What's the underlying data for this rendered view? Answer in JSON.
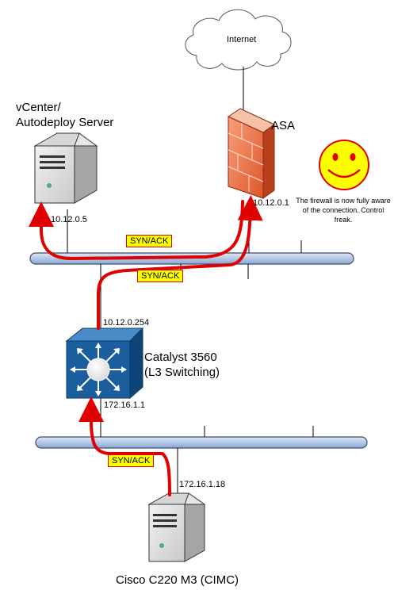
{
  "internet": {
    "label": "Internet"
  },
  "vcenter": {
    "title": "vCenter/\nAutodeploy Server",
    "ip": "10.12.0.5"
  },
  "asa": {
    "title": "ASA",
    "ip": "10.12.0.1"
  },
  "smiley": {
    "note": "The firewall is now fully aware of the connection. Control freak.",
    "color": "#ffff00"
  },
  "catalyst": {
    "title": "Catalyst 3560\n(L3 Switching)",
    "ip_top": "10.12.0.254",
    "ip_bottom": "172.16.1.1",
    "color": "#1a5e9e"
  },
  "cisco": {
    "title": "Cisco C220 M3 (CIMC)",
    "ip": "172.16.1.18"
  },
  "flows": {
    "tag1": "SYN/ACK",
    "tag2": "SYN/ACK",
    "tag3": "SYN/ACK",
    "arrow_color": "#e00000"
  },
  "segments": {
    "bus_color": "#b4c8e4"
  }
}
